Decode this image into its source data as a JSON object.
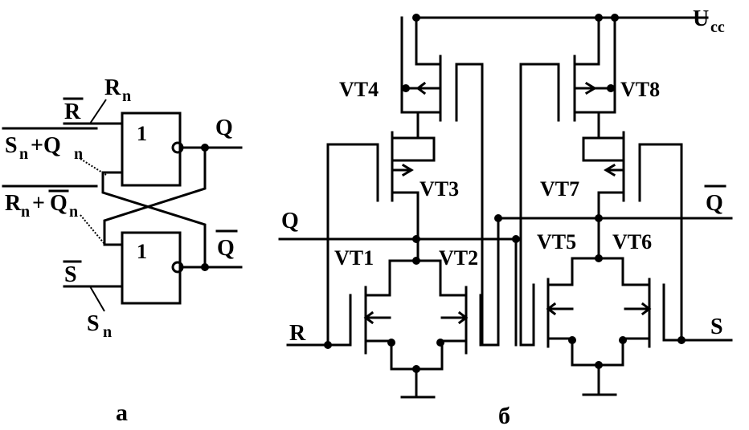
{
  "diagram_a": {
    "label": "а",
    "input_r": "R",
    "input_s": "S",
    "gate_symbol": "1",
    "output_q": "Q",
    "output_qbar": "Q",
    "node_rn": "R",
    "node_rn_sub": "n",
    "node_sn": "S",
    "node_sn_sub": "n",
    "expr_top_s": "S",
    "expr_top_sub1": "n",
    "expr_top_plus": "+Q",
    "expr_top_sub2": "n",
    "expr_bot_r": "R",
    "expr_bot_sub1": "n",
    "expr_bot_plus": "+",
    "expr_bot_q": "Q",
    "expr_bot_sub2": "n"
  },
  "diagram_b": {
    "label": "б",
    "supply": "U",
    "supply_sub": "cc",
    "input_r": "R",
    "input_s": "S",
    "output_q": "Q",
    "output_qbar": "Q",
    "transistors": [
      "VT1",
      "VT2",
      "VT3",
      "VT4",
      "VT5",
      "VT6",
      "VT7",
      "VT8"
    ]
  },
  "colors": {
    "ink": "#000000",
    "background": "#ffffff"
  }
}
